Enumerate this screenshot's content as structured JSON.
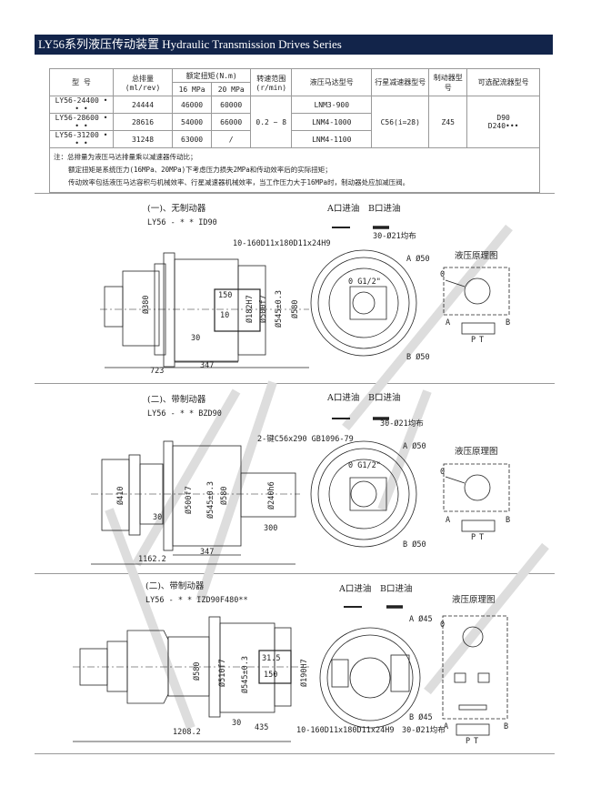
{
  "header": {
    "title": "LY56系列液压传动装置  Hydraulic Transmission Drives Series"
  },
  "table": {
    "headers": {
      "model": "型 号",
      "displacement": "总排量(ml/rev)",
      "torque": "额定扭矩(N.m)",
      "p16": "16 MPa",
      "p20": "20 MPa",
      "speed": "转速范围(r/min)",
      "motor": "液压马达型号",
      "reducer": "行星减速器型号",
      "brake": "制动器型号",
      "valve": "可选配流器型号"
    },
    "rows": [
      {
        "model": "LY56-24400 • • •",
        "displacement": "24444",
        "t16": "46000",
        "t20": "60000",
        "motor": "LNM3-900"
      },
      {
        "model": "LY56-28600 • • •",
        "displacement": "28616",
        "t16": "54000",
        "t20": "66000",
        "motor": "LNM4-1000"
      },
      {
        "model": "LY56-31200 • • •",
        "displacement": "31248",
        "t16": "63000",
        "t20": "/",
        "motor": "LNM4-1100"
      }
    ],
    "speed": "0.2 ~ 8",
    "reducer": "C56(i=28)",
    "brake": "Z45",
    "valve1": "D90",
    "valve2": "D240•••",
    "notes": [
      "注：总排量为液压马达排量乘以减速器传动比；",
      "额定扭矩是系统压力(16MPa、20MPa)下考虑压力损失2MPa和传动效率后的实际扭矩；",
      "传动效率包括液压马达容积与机械效率、行星减速器机械效率，当工作压力大于16MPa时，制动器处应加减压阀。"
    ]
  },
  "s1": {
    "title": "(一)、无制动器",
    "model": "LY56 - * * ID90",
    "a_in": "A口进油",
    "b_in": "B口进油",
    "holes": "30-Ø21均布",
    "spline": "10-160D11x180D11x24H9",
    "a_port": "A Ø50",
    "b_port": "B Ø50",
    "g": "0 G1/2\"",
    "schem": "液压原理图",
    "d1": "Ø380",
    "d2": "Ø182H7",
    "d3": "Ø500f7",
    "d4": "Ø545±0.3",
    "d5": "Ø580",
    "l1": "150",
    "l2": "10",
    "l3": "30",
    "l4": "347",
    "l5": "723",
    "o": "0",
    "a": "A",
    "b": "B",
    "p": "P",
    "tt": "T"
  },
  "s2": {
    "title": "(二)、带制动器",
    "model": "LY56 - * * BZD90",
    "a_in": "A口进油",
    "b_in": "B口进油",
    "holes": "30-Ø21均布",
    "key": "2-键C56x290 GB1096-79",
    "a_port": "A Ø50",
    "b_port": "B Ø50",
    "g": "0 G1/2\"",
    "schem": "液压原理图",
    "d1": "Ø410",
    "d2": "Ø500f7",
    "d3": "Ø545±0.3",
    "d4": "Ø580",
    "d5": "Ø240h6",
    "l1": "30",
    "l2": "300",
    "l3": "347",
    "l4": "1162.2",
    "o": "0",
    "a": "A",
    "b": "B",
    "p": "P",
    "tt": "T"
  },
  "s3": {
    "title": "(二)、带制动器",
    "model": "LY56 - * * IZD90F480**",
    "a_in": "A口进油",
    "b_in": "B口进油",
    "holes": "30-Ø21均布",
    "spline": "10-160D11x180D11x24H9",
    "a_port": "A Ø45",
    "b_port": "B Ø45",
    "schem": "液压原理图",
    "d1": "Ø580",
    "d2": "Ø510f7",
    "d3": "Ø545±0.3",
    "d4": "Ø190H7",
    "l1": "31.5",
    "l2": "150",
    "l3": "30",
    "l4": "435",
    "l5": "1208.2",
    "o": "0",
    "a": "A",
    "b": "B",
    "p": "P",
    "tt": "T"
  }
}
